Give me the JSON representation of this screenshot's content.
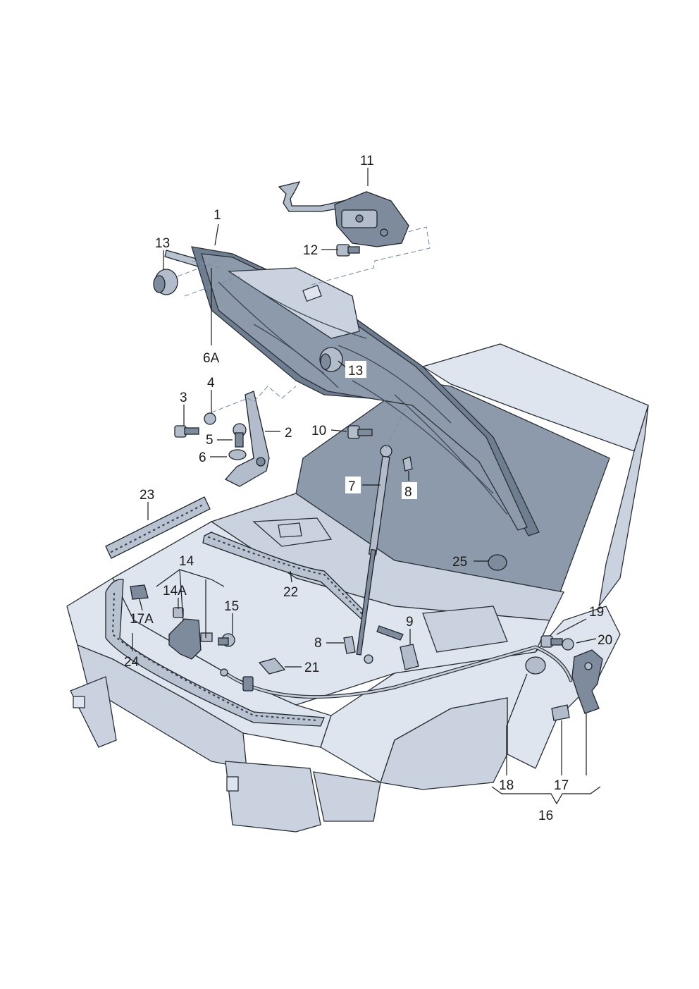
{
  "callouts": [
    {
      "id": "1",
      "text": "1"
    },
    {
      "id": "2",
      "text": "2"
    },
    {
      "id": "3",
      "text": "3"
    },
    {
      "id": "4",
      "text": "4"
    },
    {
      "id": "5",
      "text": "5"
    },
    {
      "id": "6",
      "text": "6"
    },
    {
      "id": "6A",
      "text": "6A"
    },
    {
      "id": "7",
      "text": "7"
    },
    {
      "id": "8a",
      "text": "8"
    },
    {
      "id": "8b",
      "text": "8"
    },
    {
      "id": "9",
      "text": "9"
    },
    {
      "id": "10",
      "text": "10"
    },
    {
      "id": "11",
      "text": "11"
    },
    {
      "id": "12",
      "text": "12"
    },
    {
      "id": "13a",
      "text": "13"
    },
    {
      "id": "13b",
      "text": "13"
    },
    {
      "id": "14",
      "text": "14"
    },
    {
      "id": "14A",
      "text": "14A"
    },
    {
      "id": "15",
      "text": "15"
    },
    {
      "id": "16",
      "text": "16"
    },
    {
      "id": "17",
      "text": "17"
    },
    {
      "id": "17A",
      "text": "17A"
    },
    {
      "id": "18",
      "text": "18"
    },
    {
      "id": "19",
      "text": "19"
    },
    {
      "id": "20",
      "text": "20"
    },
    {
      "id": "21",
      "text": "21"
    },
    {
      "id": "22",
      "text": "22"
    },
    {
      "id": "23",
      "text": "23"
    },
    {
      "id": "24",
      "text": "24"
    },
    {
      "id": "25",
      "text": "25"
    }
  ]
}
